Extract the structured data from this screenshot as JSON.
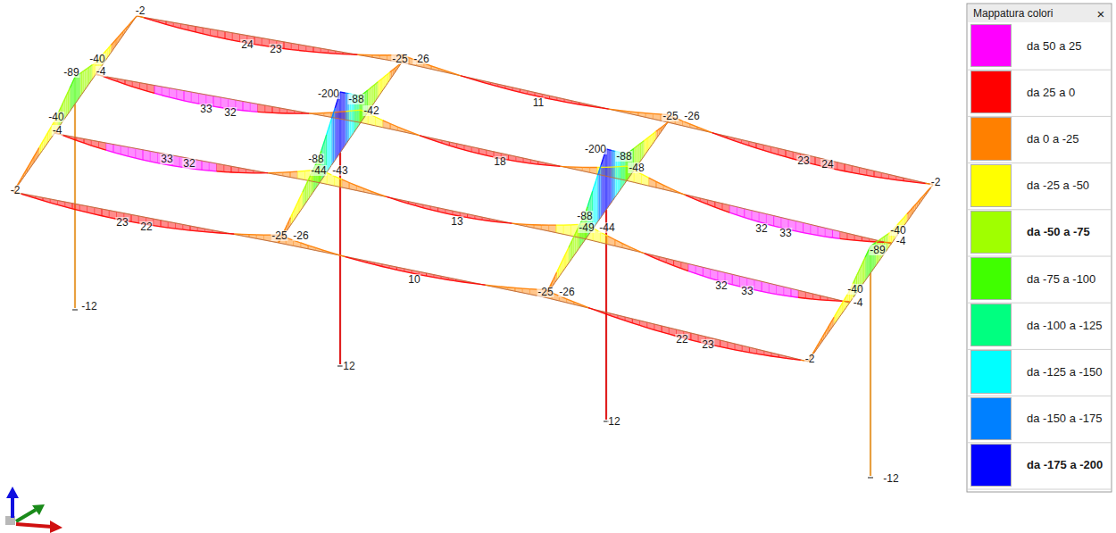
{
  "diagram": {
    "labels": [
      "-2",
      "24",
      "23",
      "-25",
      "-26",
      "11",
      "-25",
      "-26",
      "23",
      "24",
      "-2",
      "-89",
      "-40",
      "-4",
      "33",
      "32",
      "-200",
      "-88",
      "-42",
      "18",
      "-200",
      "-88",
      "-48",
      "32",
      "33",
      "-89",
      "-40",
      "-4",
      "-40",
      "-4",
      "33",
      "32",
      "-88",
      "-44",
      "-43",
      "13",
      "-88",
      "-49",
      "-44",
      "32",
      "33",
      "-40",
      "-4",
      "-2",
      "23",
      "22",
      "-25",
      "-26",
      "10",
      "-25",
      "-26",
      "22",
      "23",
      "-2",
      "-12",
      "12",
      "12",
      "-12",
      "Mappatura colori",
      "×"
    ],
    "legend": [
      {
        "text": "da 50 a 25",
        "color": "#ff00ff"
      },
      {
        "text": "da 25 a 0",
        "color": "#ff0000"
      },
      {
        "text": "da 0 a -25",
        "color": "#ff8000"
      },
      {
        "text": "da -25 a -50",
        "color": "#ffff00"
      },
      {
        "text": "da -50 a -75",
        "color": "#a0ff00"
      },
      {
        "text": "da -75 a -100",
        "color": "#40ff00"
      },
      {
        "text": "da -100 a -125",
        "color": "#00ff80"
      },
      {
        "text": "da -125 a -150",
        "color": "#00ffff"
      },
      {
        "text": "da -150 a -175",
        "color": "#0080ff"
      },
      {
        "text": "da -175 a -200",
        "color": "#0000ff"
      }
    ]
  }
}
